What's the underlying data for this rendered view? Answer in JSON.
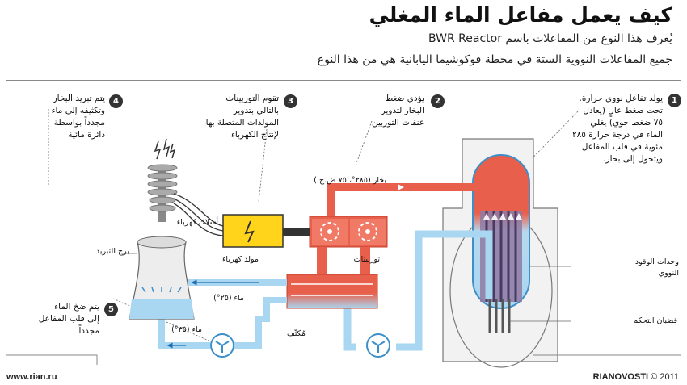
{
  "header": {
    "title": "كيف يعمل مفاعل الماء المغلي",
    "subtitle_line1": "يُعرف هذا النوع من المفاعلات باسم BWR Reactor",
    "subtitle_line2": "جميع المفاعلات النووية الستة في محطة فوكوشيما اليابانية هي من هذا النوع"
  },
  "steps": [
    {
      "number": "1",
      "lines": [
        "يولد تفاعل نووي حرارة.",
        "تحت ضغط عالٍ (يعادل",
        "٧٥ ضغط جوي) يغلي",
        "الماء في درجة حرارة ٢٨٥",
        "مئوية في قلب المفاعل",
        "ويتحول إلى بخار."
      ]
    },
    {
      "number": "2",
      "lines": [
        "يؤدي ضغط",
        "البخار لتدوير",
        "عنفات التوربين"
      ]
    },
    {
      "number": "3",
      "lines": [
        "تقوم التوربينات",
        "بالتالي بتدوير",
        "المولدات المتصلة بها",
        "لإنتاج الكهرباء"
      ]
    },
    {
      "number": "4",
      "lines": [
        "يتم تبريد البخار",
        "وتكثيفه إلى ماء",
        "مجدداً بواسطة",
        "دائرة مائية"
      ]
    },
    {
      "number": "5",
      "lines": [
        "يتم ضخ الماء",
        "إلى قلب المفاعل",
        "مجدداً"
      ]
    }
  ],
  "labels": {
    "power_lines": "أسلاك كهرباء",
    "generator": "مولد كهرباء",
    "turbines": "توربينات",
    "steam": "بخار (٢٨٥°، ٧٥ ض.ج.)",
    "fuel_units": "وحدات الوقود النووي",
    "control_rods": "قضبان التحكم",
    "cooling_tower": "برج التبريد",
    "water_25": "ماء (٢٥°)",
    "water_35": "ماء (٣٥°)",
    "condenser": "مُكثّف"
  },
  "footer": {
    "site": "www.rian.ru",
    "brand": "RIANOVOSTI",
    "copyright": "© 2011"
  },
  "colors": {
    "steam": "#e8604c",
    "water": "#a9d6f0",
    "water_dark": "#3d8fc9",
    "generator": "#ffd41a",
    "frame": "#555555"
  }
}
